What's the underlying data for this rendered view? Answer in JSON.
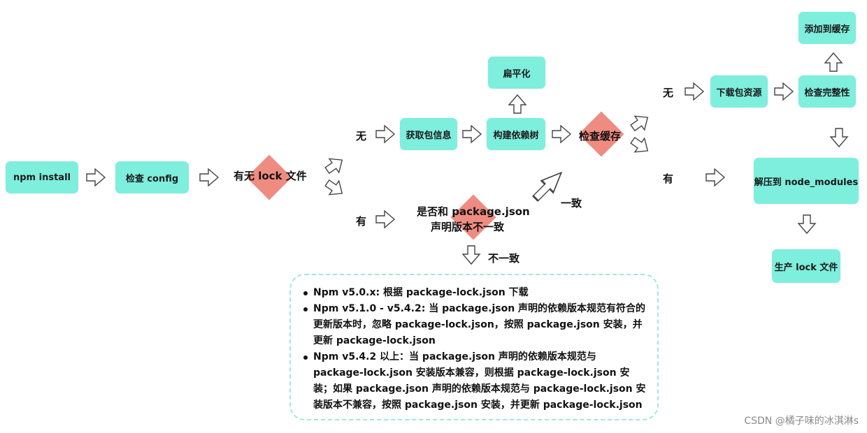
{
  "nodes": {
    "npm_install": "npm install",
    "check_config": "检查 config",
    "get_pkg_info": "获取包信息",
    "build_dep_tree": "构建依赖树",
    "flatten": "扁平化",
    "download_pkg": "下载包资源",
    "check_integrity": "检查完整性",
    "add_cache": "添加到缓存",
    "unzip": "解压到 node_modules",
    "gen_lock": "生产 lock 文件"
  },
  "decisions": {
    "has_lock": "有无 lock 文件",
    "check_cache": "检查缓存",
    "pkg_json_line1": "是否和 package.json",
    "pkg_json_line2": "声明版本不一致"
  },
  "labels": {
    "no_lock": "无",
    "has_lock": "有",
    "cache_no": "无",
    "cache_yes": "有",
    "consistent": "一致",
    "inconsistent": "不一致"
  },
  "note": {
    "items": [
      "Npm v5.0.x: 根据 package-lock.json 下载",
      "Npm v5.1.0 - v5.4.2: 当 package.json 声明的依赖版本规范有符合的更新版本时，忽略 package-lock.json，按照 package.json 安装，并更新 package-lock.json",
      "Npm v5.4.2 以上：当 package.json 声明的依赖版本规范与 package-lock.json 安装版本兼容，则根据 package-lock.json 安装；如果 package.json 声明的依赖版本规范与 package-lock.json 安装版本不兼容，按照 package.json 安装，并更新 package-lock.json"
    ]
  },
  "watermark": "CSDN @橘子味的冰淇淋s",
  "colors": {
    "node": "#7eeedd",
    "decision": "#ef8c82",
    "note_border": "#9ee8dd"
  }
}
